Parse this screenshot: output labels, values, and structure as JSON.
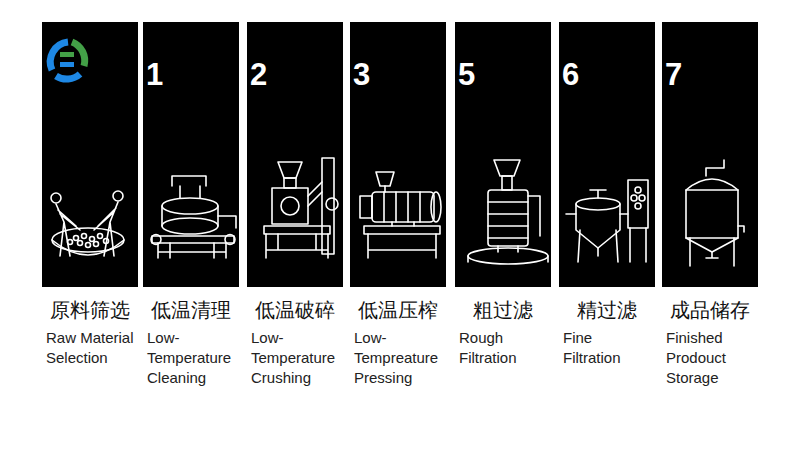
{
  "diagram": {
    "nodes": [
      {
        "text": [
          "原料筛选",
          "Raw Material Selection"
        ]
      },
      {
        "text": [
          "低温清理",
          "Low- Temperature Cleaning"
        ]
      },
      {
        "text": [
          "低温破碎",
          "Low- Temperature Crushing"
        ]
      },
      {
        "text": [
          "低温压榨",
          "Low- Tempreature Pressing"
        ]
      },
      {
        "text": [
          "粗过滤",
          "Rough Filtration"
        ]
      },
      {
        "text": [
          "精过滤",
          "Fine Filtration"
        ]
      },
      {
        "text": [
          "成品储存",
          "Finished Prodouct Storage"
        ]
      }
    ],
    "labels": [
      "1",
      "2",
      "3",
      "5",
      "6",
      "7"
    ]
  }
}
